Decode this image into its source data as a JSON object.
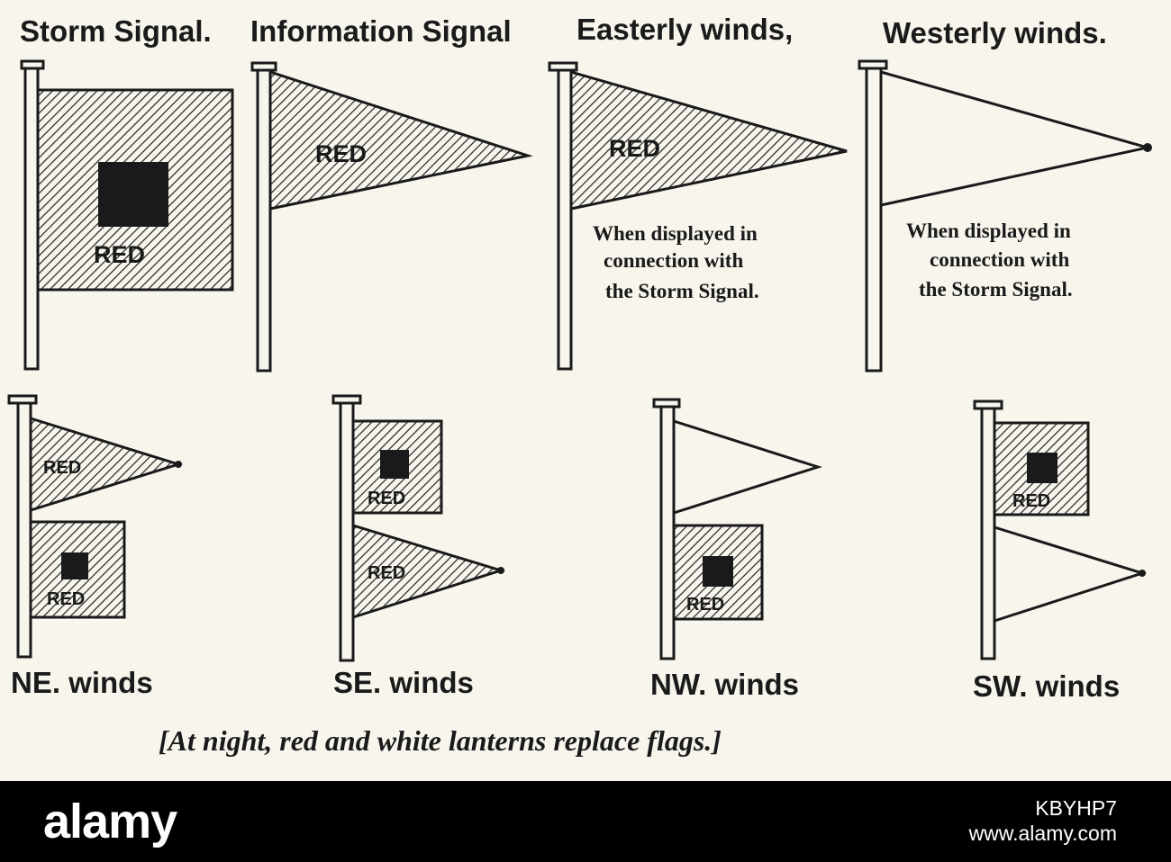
{
  "titles": {
    "storm": "Storm Signal.",
    "information": "Information Signal",
    "easterly": "Easterly winds,",
    "westerly": "Westerly winds."
  },
  "flag_label": "RED",
  "note_lines": [
    "When displayed in",
    "connection with",
    "the Storm Signal."
  ],
  "wind_labels": {
    "ne": "NE. winds",
    "se": "SE. winds",
    "nw": "NW. winds",
    "sw": "SW. winds"
  },
  "caption": "[At night, red and white lanterns replace flags.]",
  "watermark": {
    "logo": "alamy",
    "image_id": "KBYHP7",
    "url": "www.alamy.com"
  }
}
